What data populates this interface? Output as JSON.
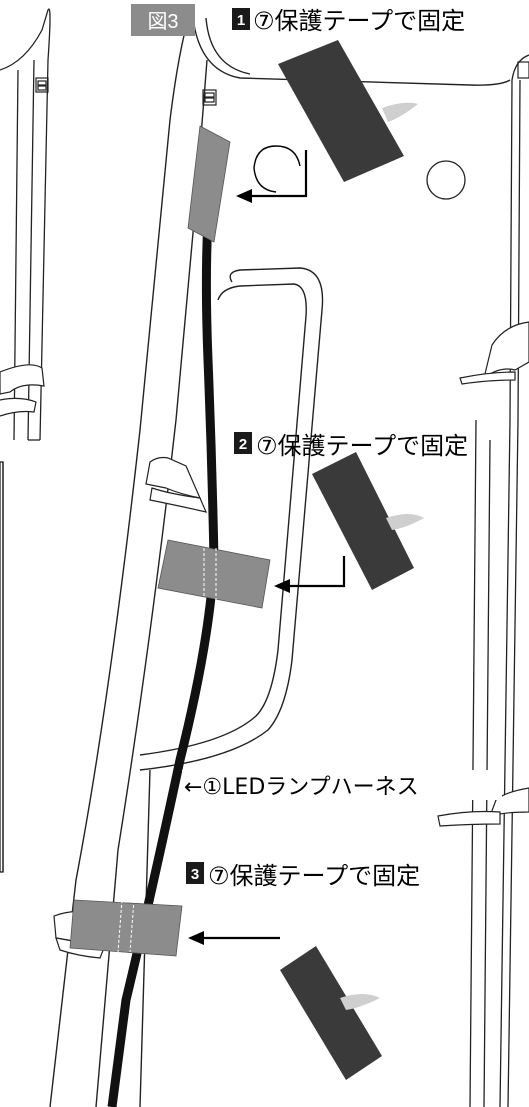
{
  "figure": {
    "label": "図3",
    "badge_color": "#8c8c8c"
  },
  "steps": [
    {
      "number": "1",
      "text": "⑦保護テープで固定"
    },
    {
      "number": "2",
      "text": "⑦保護テープで固定"
    },
    {
      "number": "3",
      "text": "⑦保護テープで固定"
    }
  ],
  "harness": {
    "label": "←①LEDランプハーネス"
  },
  "colors": {
    "tape_fixed": "#8c8c8c",
    "tape_new": "#3a3a3a",
    "harness": "#111111",
    "outline": "#222222"
  }
}
